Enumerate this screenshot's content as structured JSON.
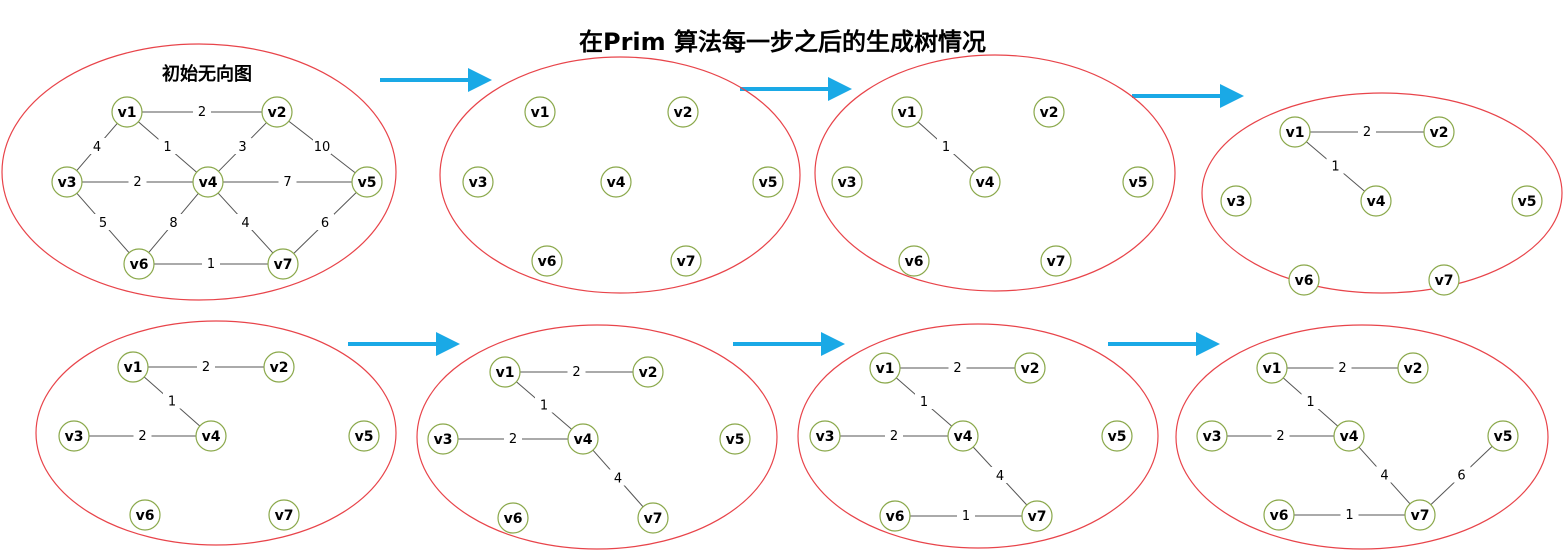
{
  "title": "在Prim  算法每一步之后的生成树情况",
  "initial_caption": "初始无向图",
  "colors": {
    "ellipse": "#e8444a",
    "node_border": "#8aa84a",
    "node_fill": "#ffffff",
    "edge": "#555555",
    "arrow": "#1aa9e6"
  },
  "nodes": [
    "v1",
    "v2",
    "v3",
    "v4",
    "v5",
    "v6",
    "v7"
  ],
  "edges": [
    {
      "from": "v1",
      "to": "v2",
      "weight": "2"
    },
    {
      "from": "v1",
      "to": "v3",
      "weight": "4"
    },
    {
      "from": "v1",
      "to": "v4",
      "weight": "1"
    },
    {
      "from": "v2",
      "to": "v4",
      "weight": "3"
    },
    {
      "from": "v2",
      "to": "v5",
      "weight": "10"
    },
    {
      "from": "v3",
      "to": "v4",
      "weight": "2"
    },
    {
      "from": "v4",
      "to": "v5",
      "weight": "7"
    },
    {
      "from": "v3",
      "to": "v6",
      "weight": "5"
    },
    {
      "from": "v4",
      "to": "v6",
      "weight": "8"
    },
    {
      "from": "v4",
      "to": "v7",
      "weight": "4"
    },
    {
      "from": "v5",
      "to": "v7",
      "weight": "6"
    },
    {
      "from": "v6",
      "to": "v7",
      "weight": "1"
    }
  ],
  "steps": [
    {
      "edges": "all",
      "caption": "初始无向图"
    },
    {
      "edges": []
    },
    {
      "edges": [
        [
          "v1",
          "v4"
        ]
      ]
    },
    {
      "edges": [
        [
          "v1",
          "v4"
        ],
        [
          "v1",
          "v2"
        ]
      ]
    },
    {
      "edges": [
        [
          "v1",
          "v4"
        ],
        [
          "v1",
          "v2"
        ],
        [
          "v3",
          "v4"
        ]
      ]
    },
    {
      "edges": [
        [
          "v1",
          "v4"
        ],
        [
          "v1",
          "v2"
        ],
        [
          "v3",
          "v4"
        ],
        [
          "v4",
          "v7"
        ]
      ]
    },
    {
      "edges": [
        [
          "v1",
          "v4"
        ],
        [
          "v1",
          "v2"
        ],
        [
          "v3",
          "v4"
        ],
        [
          "v4",
          "v7"
        ],
        [
          "v6",
          "v7"
        ]
      ]
    },
    {
      "edges": [
        [
          "v1",
          "v4"
        ],
        [
          "v1",
          "v2"
        ],
        [
          "v3",
          "v4"
        ],
        [
          "v4",
          "v7"
        ],
        [
          "v6",
          "v7"
        ],
        [
          "v5",
          "v7"
        ]
      ]
    }
  ]
}
